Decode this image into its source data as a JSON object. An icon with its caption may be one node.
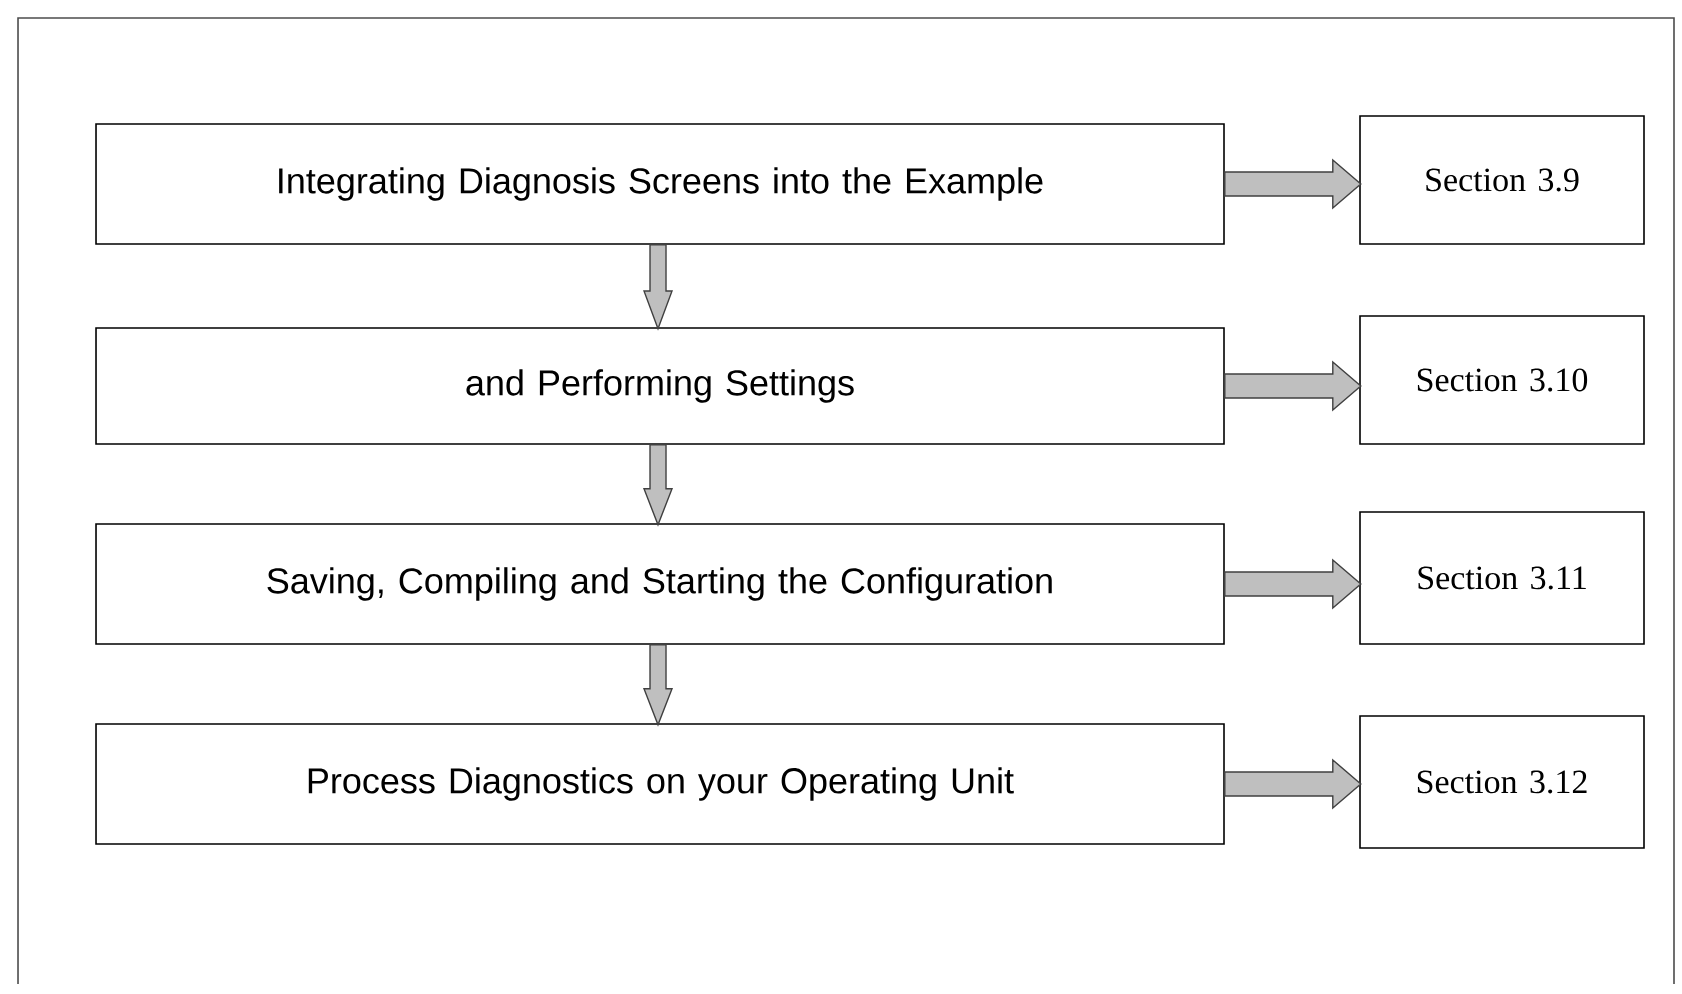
{
  "diagram": {
    "nodes": [
      {
        "text": [
          "Integrating Diagnosis Screens into the Example"
        ]
      },
      {
        "text": [
          "and Performing Settings"
        ]
      },
      {
        "text": [
          "Saving, Compiling and Starting the Configuration"
        ]
      },
      {
        "text": [
          "Process Diagnostics on your Operating Unit"
        ]
      },
      {
        "text": [
          "Section 3.9"
        ]
      },
      {
        "text": [
          "Section 3.10"
        ]
      },
      {
        "text": [
          "Section 3.11"
        ]
      },
      {
        "text": [
          "Section 3.12"
        ]
      }
    ],
    "edges": [
      {
        "from": 0,
        "to": 4,
        "arrow": "to"
      },
      {
        "from": 0,
        "to": 1,
        "arrow": "to"
      },
      {
        "from": 1,
        "to": 5,
        "arrow": "to"
      },
      {
        "from": 1,
        "to": 2,
        "arrow": "to"
      },
      {
        "from": 2,
        "to": 6,
        "arrow": "to"
      },
      {
        "from": 2,
        "to": 3,
        "arrow": "to"
      },
      {
        "from": 3,
        "to": 7,
        "arrow": "to"
      }
    ]
  }
}
